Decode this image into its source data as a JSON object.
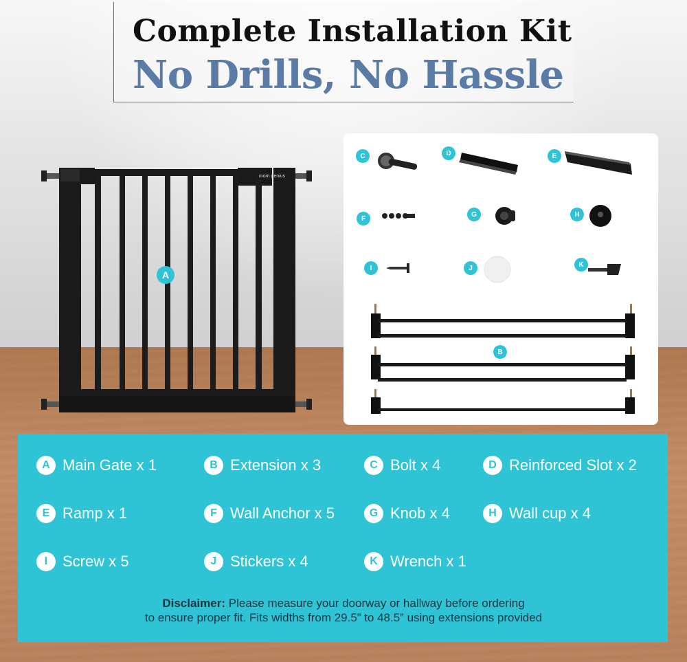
{
  "title": {
    "line1": "Complete Installation Kit",
    "line2": "No Drills, No Hassle"
  },
  "gate": {
    "badge": "A",
    "brand": "mom genius"
  },
  "parts": [
    {
      "letter": "C",
      "icon": "bolt-icon"
    },
    {
      "letter": "D",
      "icon": "reinforced-slot-icon"
    },
    {
      "letter": "E",
      "icon": "ramp-icon"
    },
    {
      "letter": "F",
      "icon": "wall-anchor-icon"
    },
    {
      "letter": "G",
      "icon": "knob-icon"
    },
    {
      "letter": "H",
      "icon": "wall-cup-icon"
    },
    {
      "letter": "I",
      "icon": "screw-icon"
    },
    {
      "letter": "J",
      "icon": "sticker-icon"
    },
    {
      "letter": "K",
      "icon": "wrench-icon"
    },
    {
      "letter": "B",
      "icon": "extension-icon"
    }
  ],
  "legend": [
    {
      "letter": "A",
      "label": "Main Gate x 1"
    },
    {
      "letter": "B",
      "label": "Extension x 3"
    },
    {
      "letter": "C",
      "label": "Bolt x 4"
    },
    {
      "letter": "D",
      "label": "Reinforced Slot x 2"
    },
    {
      "letter": "E",
      "label": "Ramp x 1"
    },
    {
      "letter": "F",
      "label": "Wall Anchor x 5"
    },
    {
      "letter": "G",
      "label": "Knob x 4"
    },
    {
      "letter": "H",
      "label": "Wall cup x 4"
    },
    {
      "letter": "I",
      "label": "Screw x 5"
    },
    {
      "letter": "J",
      "label": "Stickers x 4"
    },
    {
      "letter": "K",
      "label": "Wrench x 1"
    }
  ],
  "disclaimer": {
    "label": "Disclaimer:",
    "line1": "Please measure your doorway or hallway before ordering",
    "line2": "to ensure proper fit. Fits widths from 29.5” to 48.5” using extensions provided"
  },
  "colors": {
    "accent": "#2ec4d6",
    "title_blue": "#5a7ba6",
    "gate": "#1a1a1a"
  }
}
